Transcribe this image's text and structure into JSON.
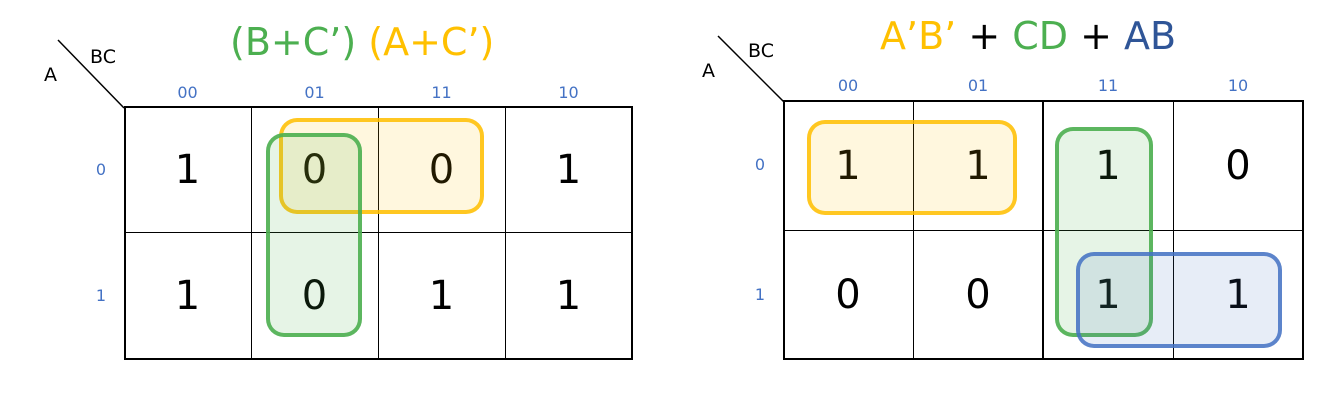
{
  "colors": {
    "grid": "#000000",
    "label_blue": "#4472c4",
    "group_green": "#4caf50",
    "group_yellow": "#ffc000",
    "group_blue": "#4472c4"
  },
  "maps": [
    {
      "title": [
        {
          "text": "(B+C’)",
          "color": "#4caf50"
        },
        {
          "text": " ",
          "color": "#000000"
        },
        {
          "text": "(A+C’)",
          "color": "#ffc000"
        }
      ],
      "row_var": "A",
      "col_var": "BC",
      "col_labels": [
        "00",
        "01",
        "11",
        "10"
      ],
      "row_labels": [
        "0",
        "1"
      ],
      "cells": [
        [
          "1",
          "0",
          "0",
          "1"
        ],
        [
          "1",
          "0",
          "1",
          "1"
        ]
      ],
      "groups": [
        {
          "color": "yellow",
          "term": "(A+C’)"
        },
        {
          "color": "green",
          "term": "(B+C’)"
        }
      ]
    },
    {
      "title": [
        {
          "text": "A’B’",
          "color": "#ffc000"
        },
        {
          "text": " + ",
          "color": "#000000"
        },
        {
          "text": "CD",
          "color": "#4caf50"
        },
        {
          "text": " + ",
          "color": "#000000"
        },
        {
          "text": "AB",
          "color": "#2f5597"
        }
      ],
      "row_var": "A",
      "col_var": "BC",
      "col_labels": [
        "00",
        "01",
        "11",
        "10"
      ],
      "row_labels": [
        "0",
        "1"
      ],
      "cells": [
        [
          "1",
          "1",
          "1",
          "0"
        ],
        [
          "0",
          "0",
          "1",
          "1"
        ]
      ],
      "groups": [
        {
          "color": "yellow",
          "term": "A’B’"
        },
        {
          "color": "green",
          "term": "CD"
        },
        {
          "color": "blue",
          "term": "AB"
        }
      ]
    }
  ]
}
